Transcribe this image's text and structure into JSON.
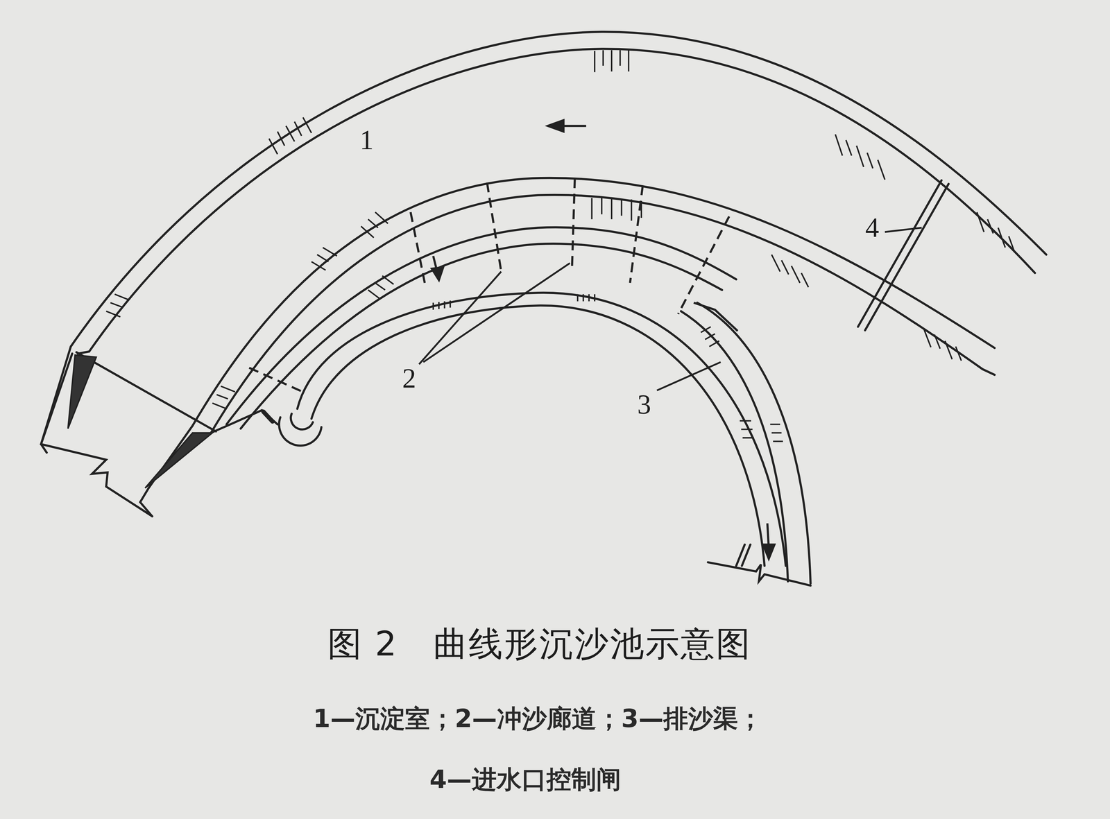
{
  "diagram": {
    "caption": "图 2　曲线形沉沙池示意图",
    "labels": [
      "1",
      "2",
      "3",
      "4",
      "1—沉淀室；2—冲沙廊道；3—排沙渠；",
      "4—进水口控制闸"
    ]
  }
}
